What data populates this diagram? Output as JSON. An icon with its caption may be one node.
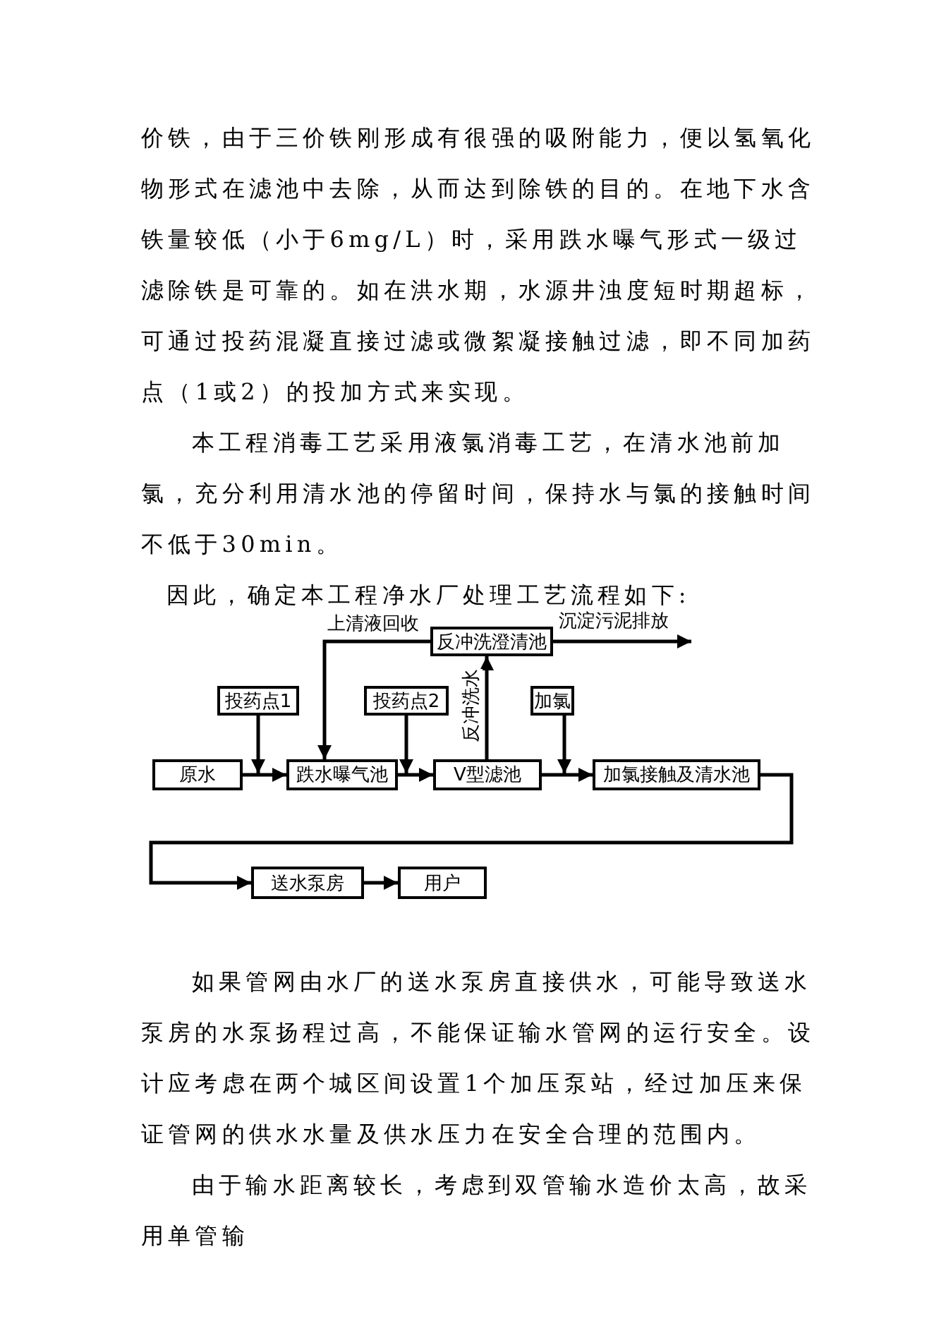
{
  "diagram": {
    "nodes": [
      {
        "text": [
          "原水"
        ]
      },
      {
        "text": [
          "跌水曝气池"
        ]
      },
      {
        "text": [
          "V型滤池"
        ]
      },
      {
        "text": [
          "加氯接触及清水池"
        ]
      },
      {
        "text": [
          "投药点1"
        ]
      },
      {
        "text": [
          "投药点2"
        ]
      },
      {
        "text": [
          "加氯"
        ]
      },
      {
        "text": [
          "反冲洗澄清池"
        ]
      },
      {
        "text": [
          "送水泵房"
        ]
      },
      {
        "text": [
          "用户"
        ]
      }
    ],
    "edges": [
      {
        "from": 0,
        "to": 1,
        "arrow": "to"
      },
      {
        "from": 1,
        "to": 2,
        "arrow": "to"
      },
      {
        "from": 2,
        "to": 3,
        "arrow": "to"
      },
      {
        "from": 4,
        "to": 1,
        "arrow": "to"
      },
      {
        "from": 5,
        "to": 2,
        "arrow": "to"
      },
      {
        "from": 6,
        "to": 3,
        "arrow": "to"
      },
      {
        "from": 7,
        "to": 1,
        "arrow": "to",
        "label": "上清液回收"
      },
      {
        "from": 2,
        "to": 7,
        "arrow": "to",
        "label": "反冲洗水"
      },
      {
        "from": 7,
        "to": null,
        "arrow": "to",
        "label": "沉淀污泥排放"
      },
      {
        "from": 3,
        "to": 8,
        "arrow": "to"
      },
      {
        "from": 8,
        "to": 9,
        "arrow": "to"
      }
    ],
    "labels": [
      "价铁，由于三价铁刚形成有很强的吸附能力，便以氢氧化物形式在滤池中去除，从而达到除铁的目的。在地下水含铁量较低（小于6mg/L）时，采用跌水曝气形式一级过滤除铁是可靠的。如在洪水期，水源井浊度短时期超标，可通过投药混凝直接过滤或微絮凝接触过滤，即不同加药点（1或2）的投加方式来实现。",
      "本工程消毒工艺采用液氯消毒工艺，在清水池前加氯，充分利用清水池的停留时间，保持水与氯的接触时间不低于30min。",
      "因此，确定本工程净水厂处理工艺流程如下:",
      "如果管网由水厂的送水泵房直接供水，可能导致送水泵房的水泵扬程过高，不能保证输水管网的运行安全。设计应考虑在两个城区间设置1个加压泵站，经过加压来保证管网的供水水量及供水压力在安全合理的范围内。",
      "由于输水距离较长，考虑到双管输水造价太高，故采用单管输"
    ]
  }
}
